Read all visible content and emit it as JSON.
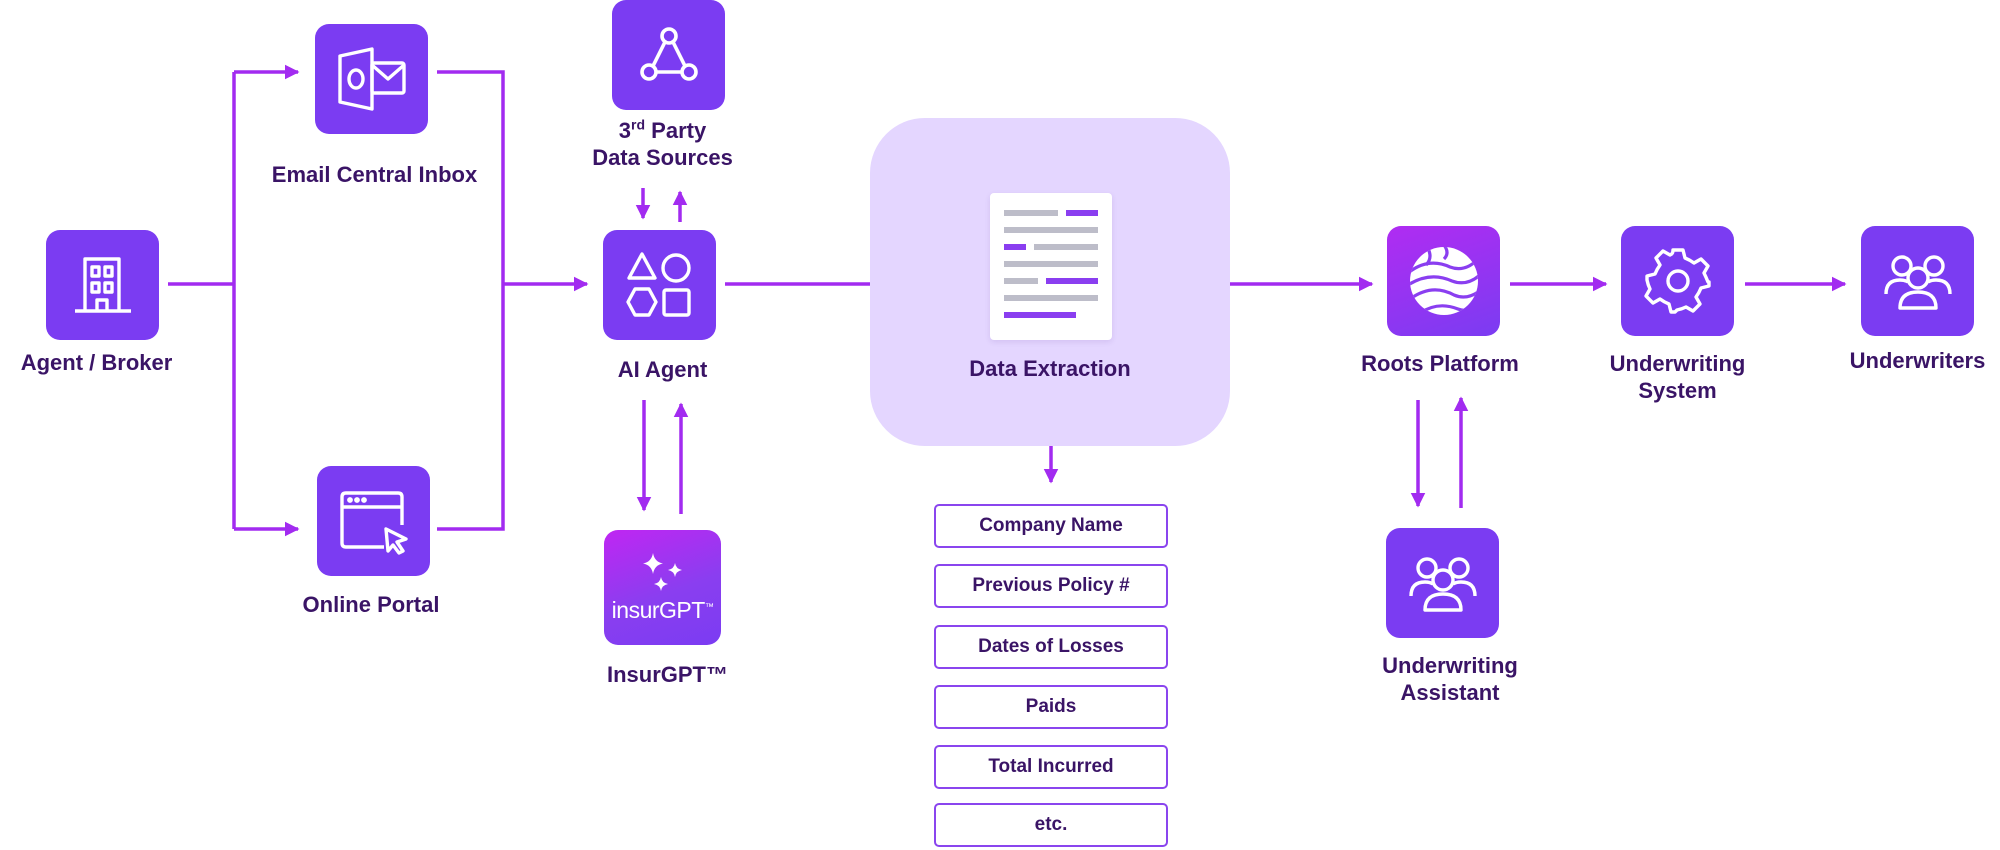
{
  "colors": {
    "accent": "#a22bf0",
    "tile": "#7b3cf2",
    "tile_gradient_start": "#c026f2",
    "text": "#3a1466",
    "extraction_bg": "#e4d6ff",
    "field_border": "#8a45ee",
    "doc_line_gray": "#bdbdc9"
  },
  "nodes": {
    "agent_broker": {
      "label": "Agent / Broker",
      "icon": "building-icon"
    },
    "email_inbox": {
      "label": "Email Central Inbox",
      "icon": "outlook-mail-icon"
    },
    "online_portal": {
      "label": "Online Portal",
      "icon": "browser-cursor-icon"
    },
    "third_party": {
      "label_line1_prefix": "3",
      "label_line1_sup": "rd",
      "label_line1_suffix": " Party",
      "label_line2": "Data Sources",
      "icon": "network-nodes-icon"
    },
    "ai_agent": {
      "label": "AI Agent",
      "icon": "shapes-icon"
    },
    "insurgpt": {
      "label": "InsurGPT™",
      "logo_text": "insurGPT",
      "logo_tm": "™",
      "icon": "sparkles-icon"
    },
    "data_extraction": {
      "label": "Data Extraction",
      "icon": "document-icon"
    },
    "roots_platform": {
      "label": "Roots Platform",
      "icon": "roots-globe-icon"
    },
    "underwriting_system": {
      "label_line1": "Underwriting",
      "label_line2": "System",
      "icon": "gear-icon"
    },
    "underwriters": {
      "label": "Underwriters",
      "icon": "users-group-icon"
    },
    "underwriting_assistant": {
      "label_line1": "Underwriting",
      "label_line2": "Assistant",
      "icon": "users-group-icon"
    }
  },
  "extracted_fields": [
    "Company Name",
    "Previous Policy #",
    "Dates of Losses",
    "Paids",
    "Total Incurred",
    "etc."
  ]
}
